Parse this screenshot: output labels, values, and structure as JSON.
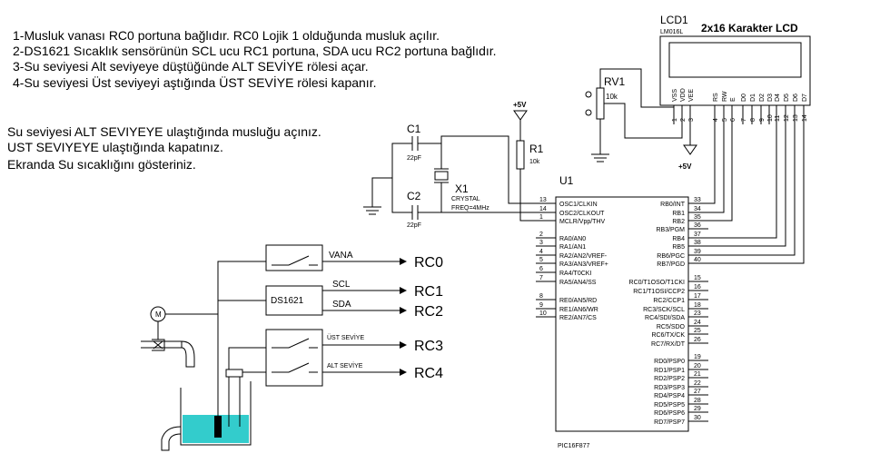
{
  "instructions": [
    "1-Musluk vanası RC0 portuna bağlıdır. RC0 Lojik 1 olduğunda musluk açılır.",
    "2-DS1621 Sıcaklık sensörünün SCL ucu RC1 portuna, SDA ucu RC2 portuna bağlıdır.",
    "3-Su seviyesi Alt seviyeye düştüğünde ALT SEVİYE rölesi açar.",
    "4-Su seviyesi Üst seviyeyi aştığında ÜST SEVİYE rölesi kapanır."
  ],
  "task": [
    "Su seviyesi ALT SEVIYEYE ulaştığında musluğu açınız.",
    "UST SEVIYEYE ulaştığında kapatınız.",
    "Ekranda Su sıcaklığını gösteriniz."
  ],
  "lcd": {
    "ref": "LCD1",
    "part": "LM016L",
    "title": "2x16 Karakter LCD",
    "pin_names": [
      "VSS",
      "VDD",
      "VEE",
      "RS",
      "RW",
      "E",
      "D0",
      "D1",
      "D2",
      "D3",
      "D4",
      "D5",
      "D6",
      "D7"
    ],
    "pin_numbers": [
      "1",
      "2",
      "3",
      "4",
      "5",
      "6",
      "7",
      "8",
      "9",
      "10",
      "11",
      "12",
      "13",
      "14"
    ],
    "supply": "+5V"
  },
  "pot": {
    "ref": "RV1",
    "value": "10k"
  },
  "resistor": {
    "ref": "R1",
    "value": "10k",
    "supply": "+5V"
  },
  "caps": [
    {
      "ref": "C1",
      "value": "22pF"
    },
    {
      "ref": "C2",
      "value": "22pF"
    }
  ],
  "crystal": {
    "ref": "X1",
    "type": "CRYSTAL",
    "freq": "FREQ=4MHz"
  },
  "mcu": {
    "ref": "U1",
    "part": "PIC16F877",
    "left_pins": [
      {
        "num": "13",
        "name": "OSC1/CLKIN"
      },
      {
        "num": "14",
        "name": "OSC2/CLKOUT"
      },
      {
        "num": "1",
        "name": "MCLR/Vpp/THV"
      },
      {
        "num": "2",
        "name": "RA0/AN0"
      },
      {
        "num": "3",
        "name": "RA1/AN1"
      },
      {
        "num": "4",
        "name": "RA2/AN2/VREF-"
      },
      {
        "num": "5",
        "name": "RA3/AN3/VREF+"
      },
      {
        "num": "6",
        "name": "RA4/T0CKI"
      },
      {
        "num": "7",
        "name": "RA5/AN4/SS"
      },
      {
        "num": "8",
        "name": "RE0/AN5/RD"
      },
      {
        "num": "9",
        "name": "RE1/AN6/WR"
      },
      {
        "num": "10",
        "name": "RE2/AN7/CS"
      }
    ],
    "right_pins": [
      {
        "num": "33",
        "name": "RB0/INT"
      },
      {
        "num": "34",
        "name": "RB1"
      },
      {
        "num": "35",
        "name": "RB2"
      },
      {
        "num": "36",
        "name": "RB3/PGM"
      },
      {
        "num": "37",
        "name": "RB4"
      },
      {
        "num": "38",
        "name": "RB5"
      },
      {
        "num": "39",
        "name": "RB6/PGC"
      },
      {
        "num": "40",
        "name": "RB7/PGD"
      },
      {
        "num": "15",
        "name": "RC0/T1OSO/T1CKI"
      },
      {
        "num": "16",
        "name": "RC1/T1OSI/CCP2"
      },
      {
        "num": "17",
        "name": "RC2/CCP1"
      },
      {
        "num": "18",
        "name": "RC3/SCK/SCL"
      },
      {
        "num": "23",
        "name": "RC4/SDI/SDA"
      },
      {
        "num": "24",
        "name": "RC5/SDO"
      },
      {
        "num": "25",
        "name": "RC6/TX/CK"
      },
      {
        "num": "26",
        "name": "RC7/RX/DT"
      },
      {
        "num": "19",
        "name": "RD0/PSP0"
      },
      {
        "num": "20",
        "name": "RD1/PSP1"
      },
      {
        "num": "21",
        "name": "RD2/PSP2"
      },
      {
        "num": "22",
        "name": "RD3/PSP3"
      },
      {
        "num": "27",
        "name": "RD4/PSP4"
      },
      {
        "num": "28",
        "name": "RD5/PSP5"
      },
      {
        "num": "29",
        "name": "RD6/PSP6"
      },
      {
        "num": "30",
        "name": "RD7/PSP7"
      }
    ]
  },
  "io": {
    "vana_label": "VANA",
    "sensor_label": "DS1621",
    "scl_label": "SCL",
    "sda_label": "SDA",
    "ust_label": "ÜST SEVİYE",
    "alt_label": "ALT SEVİYE",
    "motor_label": "M",
    "ports": [
      "RC0",
      "RC1",
      "RC2",
      "RC3",
      "RC4"
    ]
  },
  "colors": {
    "water": "#33cccc",
    "ink": "#000000",
    "background": "#ffffff"
  }
}
